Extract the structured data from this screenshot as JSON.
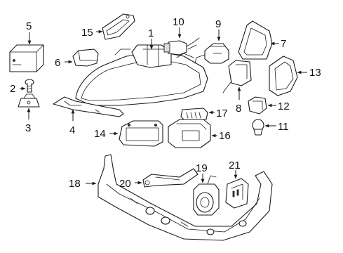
{
  "diagram": {
    "callouts": [
      "1",
      "2",
      "3",
      "4",
      "5",
      "6",
      "7",
      "8",
      "9",
      "10",
      "11",
      "12",
      "13",
      "14",
      "15",
      "16",
      "17",
      "18",
      "19",
      "20",
      "21"
    ]
  },
  "colors": {
    "line": "#1a1a1a",
    "background": "#ffffff",
    "shade": "#dcdcdc"
  }
}
